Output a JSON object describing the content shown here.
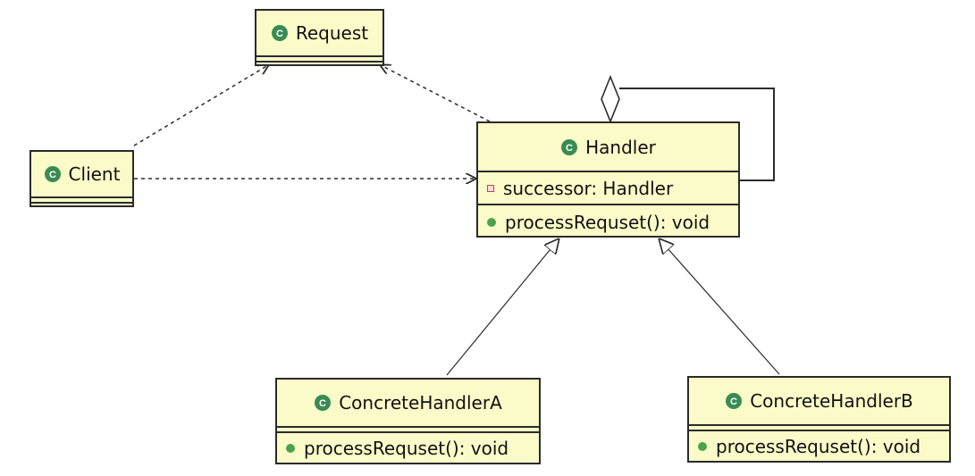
{
  "diagram": {
    "classes": {
      "request": {
        "name": "Request",
        "icon": "class-icon"
      },
      "client": {
        "name": "Client",
        "icon": "class-icon"
      },
      "handler": {
        "name": "Handler",
        "icon": "class-icon",
        "fields": [
          {
            "visibility": "private",
            "text": "successor: Handler"
          }
        ],
        "methods": [
          {
            "visibility": "public",
            "text": "processRequset(): void"
          }
        ]
      },
      "concrete_handler_a": {
        "name": "ConcreteHandlerA",
        "icon": "class-icon",
        "methods": [
          {
            "visibility": "public",
            "text": "processRequset(): void"
          }
        ]
      },
      "concrete_handler_b": {
        "name": "ConcreteHandlerB",
        "icon": "class-icon",
        "methods": [
          {
            "visibility": "public",
            "text": "processRequset(): void"
          }
        ]
      }
    },
    "colors": {
      "class_fill": "#fbfbc9",
      "border": "#2b2b2b",
      "icon_green": "#3a8b53",
      "public_green": "#4ea24f",
      "private_red": "#c4424b"
    }
  }
}
